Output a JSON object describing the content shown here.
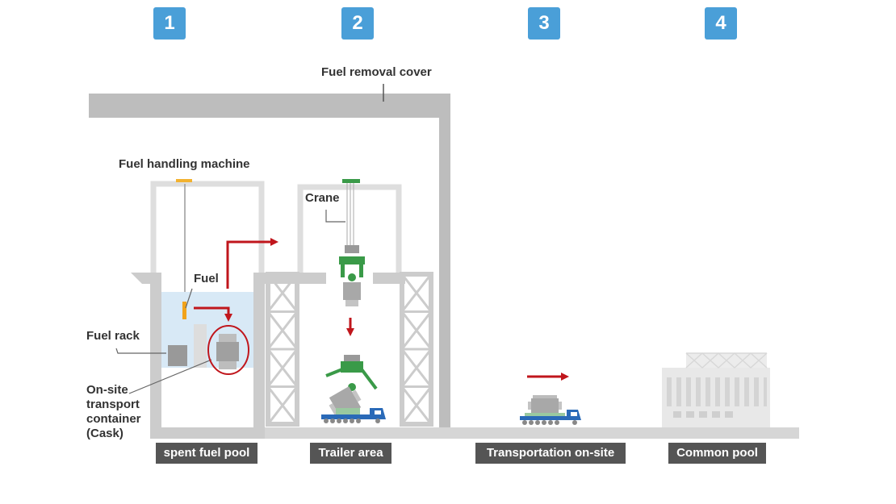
{
  "steps": [
    "1",
    "2",
    "3",
    "4"
  ],
  "labels": {
    "fuel_removal_cover": "Fuel removal cover",
    "fuel_handling_machine": "Fuel handling machine",
    "crane": "Crane",
    "fuel": "Fuel",
    "fuel_rack": "Fuel rack",
    "cask_lines": [
      "On-site",
      "transport",
      "container",
      "(Cask)"
    ]
  },
  "stages": [
    "spent fuel pool",
    "Trailer area",
    "Transportation on-site",
    "Common pool"
  ],
  "colors": {
    "step_blue": "#4a9fd8",
    "stage_bg": "#555555",
    "arrow_red": "#c0161c",
    "structure_gray": "#c8c8c8",
    "water_blue": "#d8e9f6",
    "crane_green": "#3a9a48",
    "truck_blue": "#2a6ab8",
    "handling_yellow": "#f2b230"
  }
}
